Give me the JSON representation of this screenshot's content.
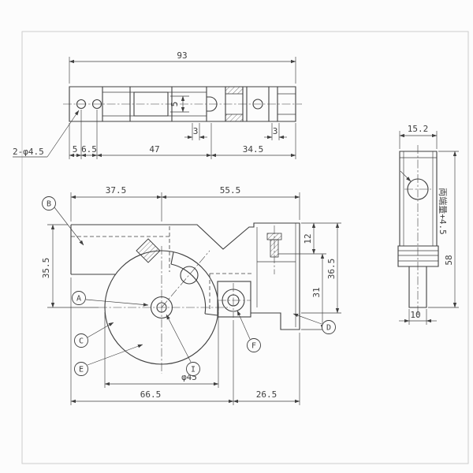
{
  "meta": {
    "background": "#fcfcfc",
    "ink": "#3f3f3f"
  },
  "top_view": {
    "overall_width": "93",
    "hole_note": "2-φ4.5",
    "slot_width": "5",
    "offset_left": "3",
    "offset_right": "3",
    "chain": [
      "5",
      "6.5",
      "47",
      "34.5"
    ]
  },
  "front_view": {
    "width_left": "37.5",
    "width_right": "55.5",
    "height_left": "35.5",
    "depth_top": "12",
    "depth_mid": "31",
    "height_right": "36.5",
    "cam_diameter": "φ45",
    "bottom_left_width": "66.5",
    "bottom_right_width": "26.5",
    "callouts": {
      "a": "A",
      "b": "B",
      "c": "C",
      "d": "D",
      "e": "E",
      "f": "F",
      "i": "I"
    }
  },
  "side_view": {
    "width": "15.2",
    "height": "58",
    "stem_width": "10",
    "length_note": "両端量+4.5"
  }
}
